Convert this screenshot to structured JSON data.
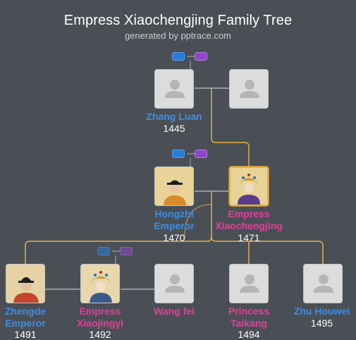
{
  "header": {
    "title": "Empress Xiaochengjing Family Tree",
    "subtitle": "generated by pptrace.com"
  },
  "colors": {
    "male": "#3c8ee6",
    "female": "#e0409a",
    "line_main": "#e1b04a",
    "line_spouse": "#aab0b6",
    "background": "#4a4f55"
  },
  "people": {
    "zhang_luan": {
      "name": "Zhang Luan",
      "year": "1445"
    },
    "zhang_luan_spouse": {
      "name": "",
      "year": ""
    },
    "hongzhi": {
      "name_line1": "Hongzhi",
      "name_line2": "Emperor",
      "year": "1470"
    },
    "xiaochengjing": {
      "name_line1": "Empress",
      "name_line2": "Xiaochengjing",
      "year": "1471"
    },
    "zhengde": {
      "name_line1": "Zhengde",
      "name_line2": "Emperor",
      "year": "1491"
    },
    "xiaojingyi": {
      "name_line1": "Empress",
      "name_line2": "Xiaojingyi",
      "year": "1492"
    },
    "wang_fei": {
      "name": "Wang fei",
      "year": ""
    },
    "taikang": {
      "name_line1": "Princess",
      "name_line2": "Taikang",
      "year": "1494"
    },
    "zhu_houwei": {
      "name": "Zhu Houwei",
      "year": "1495"
    }
  },
  "icons": {
    "placeholder": "person-silhouette-icon",
    "portrait_male": "emperor-portrait-icon",
    "portrait_female": "empress-portrait-icon",
    "marriage_toggle": "marriage-toggle-icon"
  }
}
